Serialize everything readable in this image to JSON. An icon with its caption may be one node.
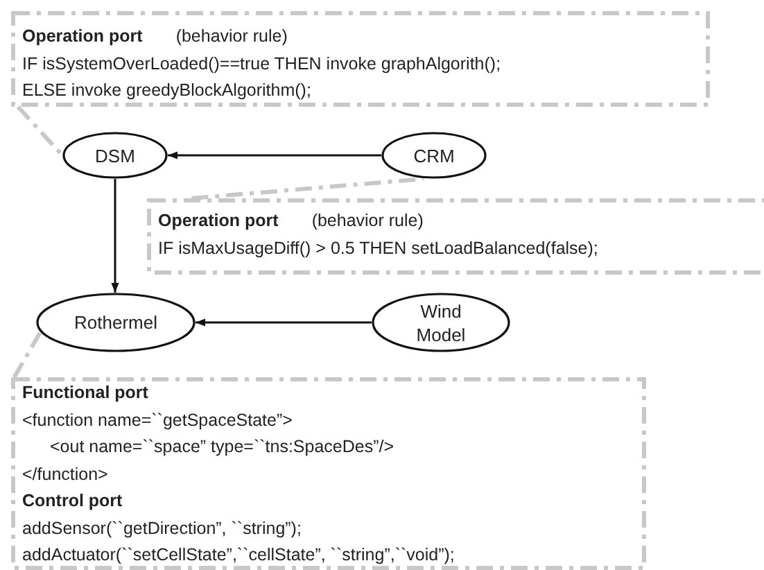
{
  "diagram": {
    "nodes": [
      {
        "text": [
          "Operation port",
          "(behavior rule)",
          "IF isSystemOverLoaded()==true THEN invoke graphAlgorith();",
          "ELSE invoke greedyBlockAlgorithm();"
        ]
      },
      {
        "text": [
          "DSM"
        ]
      },
      {
        "text": [
          "CRM"
        ]
      },
      {
        "text": [
          "Operation port",
          "(behavior rule)",
          "IF isMaxUsageDiff() > 0.5 THEN setLoadBalanced(false);"
        ]
      },
      {
        "text": [
          "Rothermel"
        ]
      },
      {
        "text": [
          "Wind Model"
        ]
      },
      {
        "text": [
          "Functional port",
          "<function name=``getSpaceState”>",
          "<out name=``space” type=``tns:SpaceDes”/>",
          "</function>",
          "Control port",
          "addSensor(``getDirection”, ``string”);",
          "addActuator(``setCellState”,``cellState”, ``string”,``void”);"
        ]
      }
    ],
    "edges": [
      {
        "from": 2,
        "to": 1,
        "arrow": "to"
      },
      {
        "from": 1,
        "to": 4,
        "arrow": "to"
      },
      {
        "from": 5,
        "to": 4,
        "arrow": "to"
      },
      {
        "from": 0,
        "to": 1,
        "arrow": "none",
        "style": "dashed",
        "color": "#c8c8c8"
      },
      {
        "from": 3,
        "to": 2,
        "arrow": "none",
        "style": "dashed",
        "color": "#c8c8c8"
      },
      {
        "from": 6,
        "to": 4,
        "arrow": "none",
        "style": "dashed",
        "color": "#c8c8c8"
      }
    ]
  }
}
